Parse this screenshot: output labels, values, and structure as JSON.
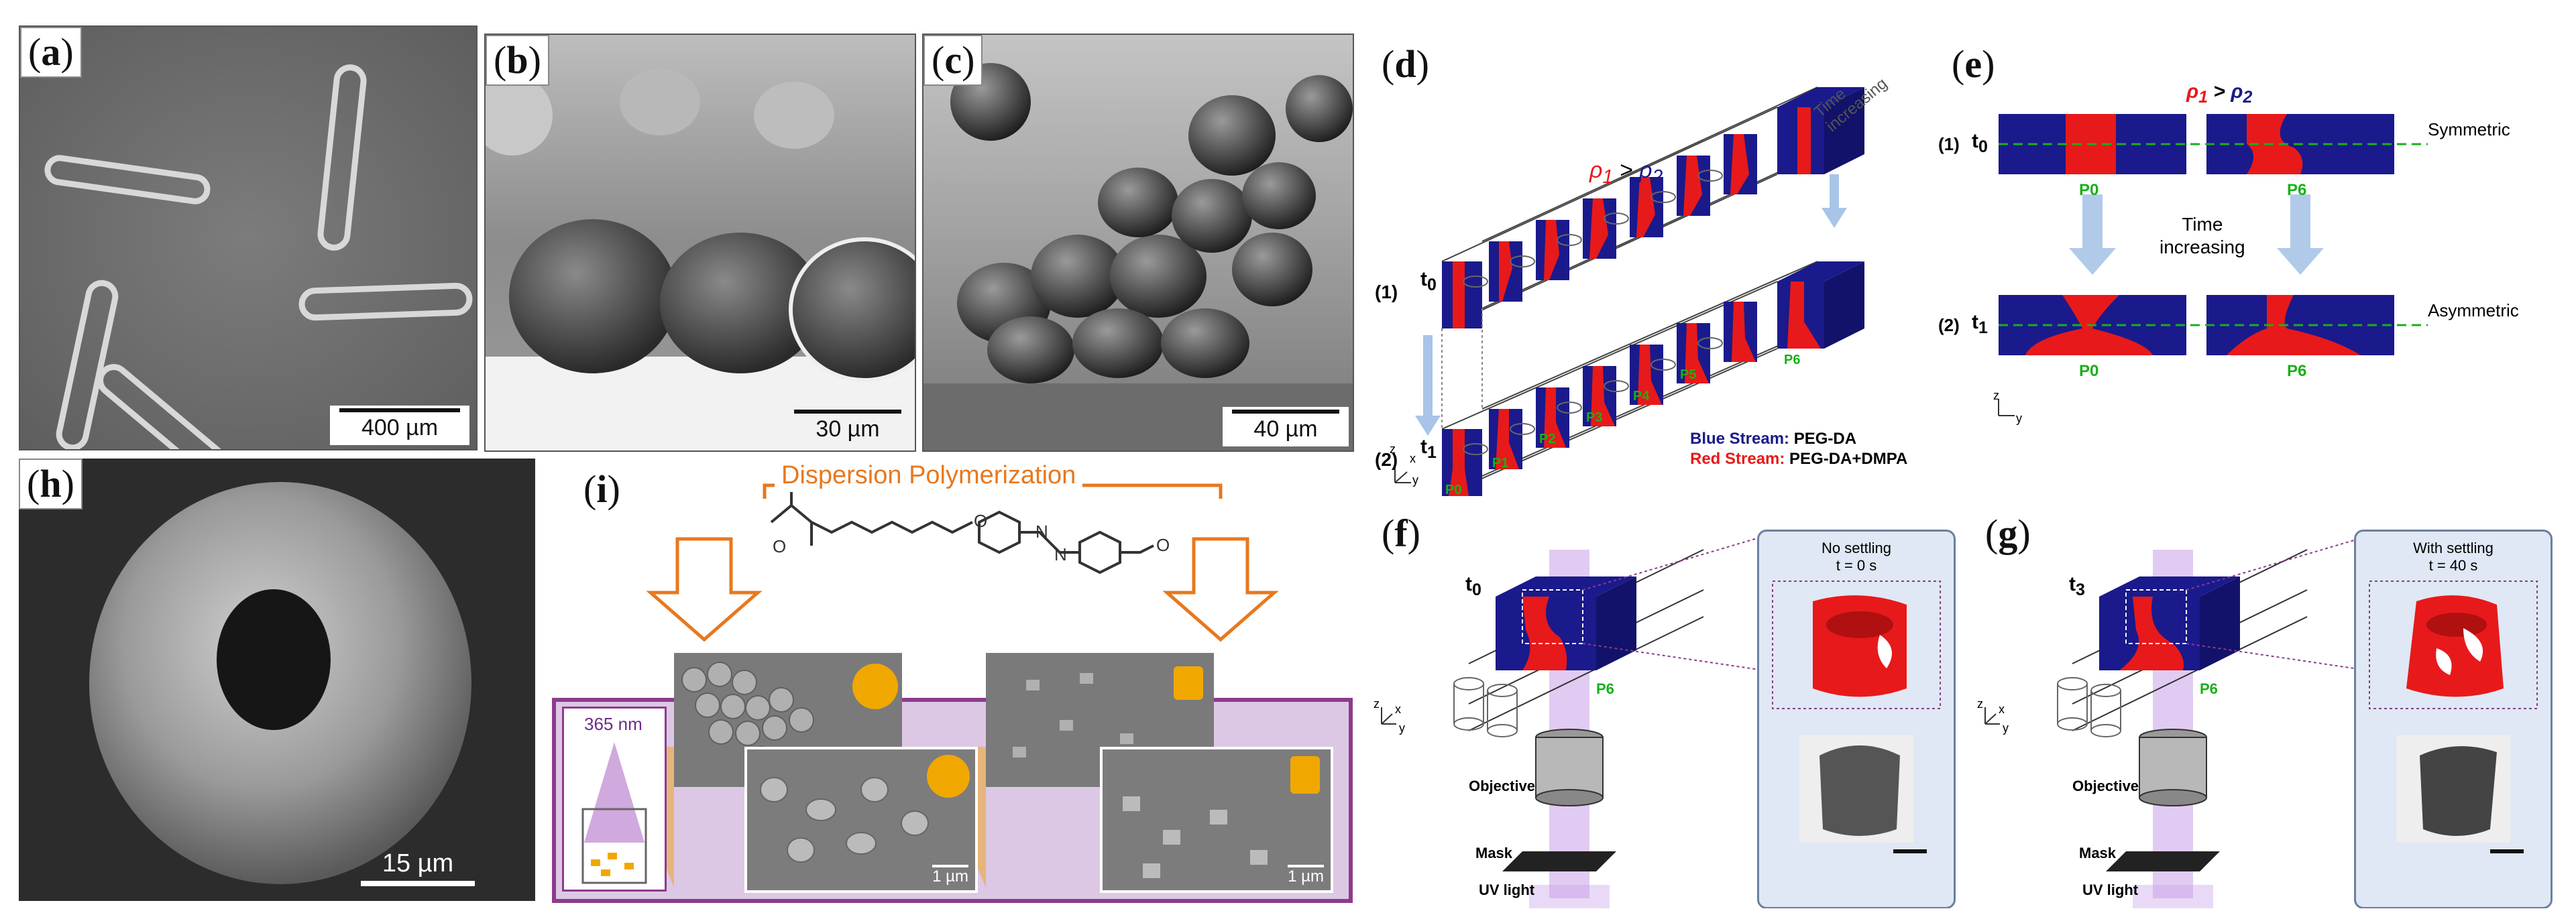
{
  "panels": {
    "a": {
      "label": "a",
      "scale": "400 µm"
    },
    "b": {
      "label": "b",
      "scale": "30 µm"
    },
    "c": {
      "label": "c",
      "scale": "40 µm"
    },
    "h": {
      "label": "h",
      "scale": "15 µm"
    },
    "i": {
      "label": "i",
      "title": "Dispersion Polymerization",
      "uv": "365 nm",
      "scale_left": "1 µm",
      "scale_right": "1 µm"
    },
    "d": {
      "label": "d",
      "rho_1": "ρ",
      "rho_1_sub": "1",
      "gt": ">",
      "rho_2": "ρ",
      "rho_2_sub": "2",
      "time_text_1": "Time",
      "time_text_2": "increasing",
      "row1": "(1)",
      "row2": "(2)",
      "t0": "t",
      "t0_sub": "0",
      "t1": "t",
      "t1_sub": "1",
      "positions": [
        "P0",
        "P1",
        "P2",
        "P3",
        "P4",
        "P5",
        "P6"
      ],
      "legend_blue_key": "Blue Stream:",
      "legend_blue_val": "PEG-DA",
      "legend_red_key": "Red Stream:",
      "legend_red_val": "PEG-DA+DMPA",
      "axis_z": "z",
      "axis_x": "x",
      "axis_y": "y"
    },
    "e": {
      "label": "e",
      "rho_1": "ρ",
      "rho_1_sub": "1",
      "gt": ">",
      "rho_2": "ρ",
      "rho_2_sub": "2",
      "row1": "(1)",
      "row2": "(2)",
      "t0": "t",
      "t0_sub": "0",
      "t1": "t",
      "t1_sub": "1",
      "symmetric": "Symmetric",
      "asymmetric": "Asymmetric",
      "p0": "P0",
      "p6": "P6",
      "time_1": "Time",
      "time_2": "increasing",
      "axis_z": "z",
      "axis_y": "y"
    },
    "f": {
      "label": "f",
      "t": "t",
      "t_sub": "0",
      "p6": "P6",
      "inset_1": "No settling",
      "inset_2": "t = 0 s",
      "objective": "Objective",
      "mask": "Mask",
      "uv": "UV light",
      "axis_z": "z",
      "axis_x": "x",
      "axis_y": "y"
    },
    "g": {
      "label": "g",
      "t": "t",
      "t_sub": "3",
      "p6": "P6",
      "inset_1": "With settling",
      "inset_2": "t = 40 s",
      "objective": "Objective",
      "mask": "Mask",
      "uv": "UV light",
      "axis_z": "z",
      "axis_x": "x",
      "axis_y": "y"
    }
  },
  "colors": {
    "blue": "#1a1a8c",
    "red": "#e8191a",
    "green": "#19b019",
    "orange": "#e8781e",
    "purple": "#8c3c8c"
  }
}
